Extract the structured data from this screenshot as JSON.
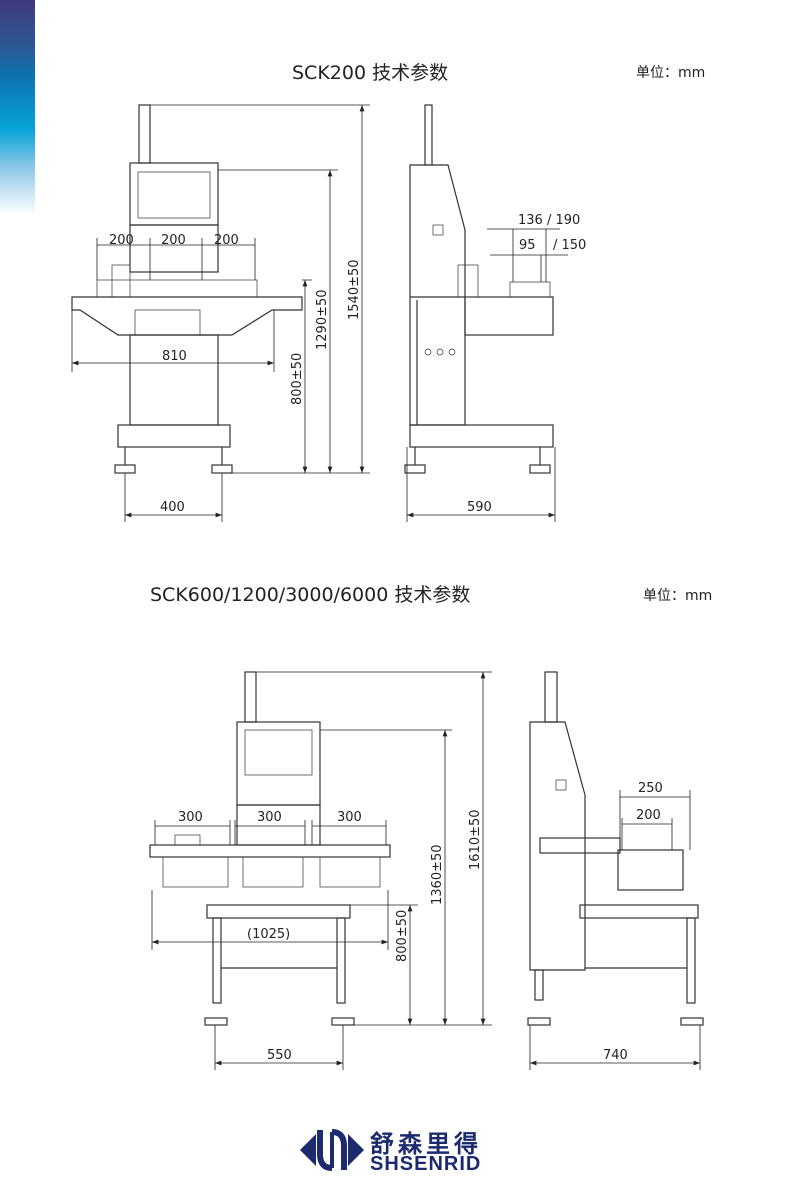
{
  "section1": {
    "title": "SCK200  技术参数",
    "unit": "单位：mm",
    "front": {
      "w1": "200",
      "w2": "200",
      "w3": "200",
      "width": "810",
      "base": "400",
      "h1": "800±50",
      "h2": "1290±50",
      "h3": "1540±50"
    },
    "side": {
      "d1": "136 / 190",
      "d2": "95",
      "d3": "/ 150",
      "depth": "590"
    }
  },
  "section2": {
    "title": "SCK600/1200/3000/6000  技术参数",
    "unit": "单位：mm",
    "front": {
      "w1": "300",
      "w2": "300",
      "w3": "300",
      "width": "(1025)",
      "base": "550",
      "h1": "800±50",
      "h2": "1360±50",
      "h3": "1610±50"
    },
    "side": {
      "d1": "250",
      "d2": "200",
      "depth": "740"
    }
  },
  "logo": {
    "cn": "舒森里得",
    "en": "SHSENRID"
  },
  "colors": {
    "brand": "#1c2a6e",
    "strip_top": "#3f3a7d",
    "strip_mid": "#06a4d8"
  }
}
